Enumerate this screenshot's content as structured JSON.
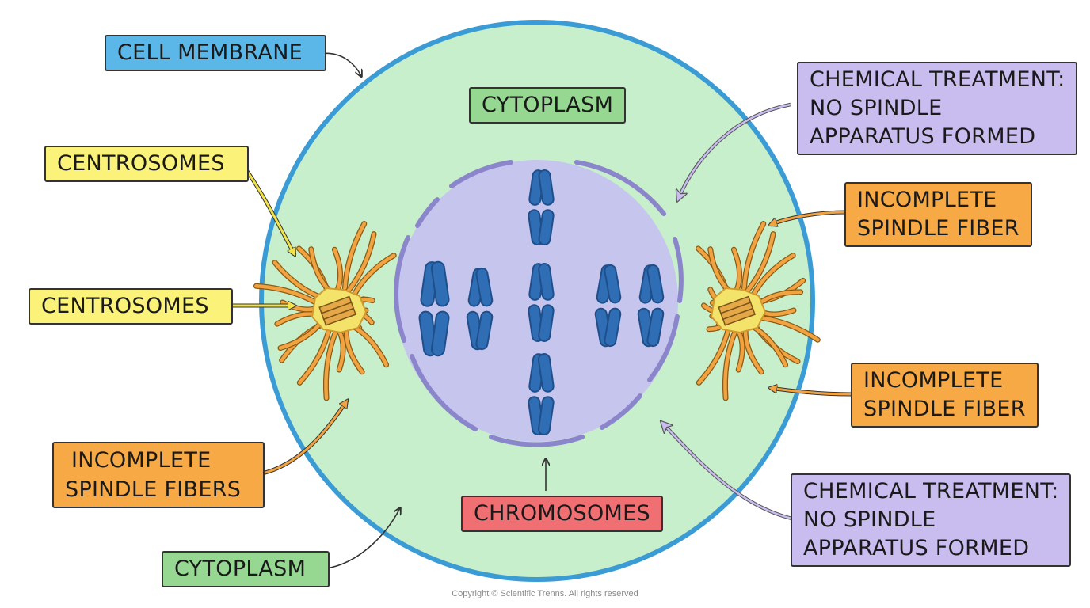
{
  "labels": {
    "cell_membrane": "CELL MEMBRANE",
    "cytoplasm_top": "CYTOPLASM",
    "centrosomes_upper": "CENTROSOMES",
    "centrosomes_lower": "CENTROSOMES",
    "incomplete_fibers_left": [
      "INCOMPLETE",
      "SPINDLE FIBERS"
    ],
    "cytoplasm_bottom": "CYTOPLASM",
    "chromosomes": "CHROMOSOMES",
    "chemical_top": [
      "CHEMICAL TREATMENT:",
      "NO SPINDLE",
      "APPARATUS FORMED"
    ],
    "chemical_bottom": [
      "CHEMICAL TREATMENT:",
      "NO SPINDLE",
      "APPARATUS FORMED"
    ],
    "incomplete_fiber_right_top": [
      "INCOMPLETE",
      "SPINDLE FIBER"
    ],
    "incomplete_fiber_right_bottom": [
      "INCOMPLETE",
      "SPINDLE FIBER"
    ]
  },
  "footer": "Copyright © Scientific Trenns. All rights reserved",
  "colors": {
    "membrane": "#3a9bd5",
    "cytoplasm": "#c8efcb",
    "nucleus": "#c5c2ee",
    "nuclear_envelope": "#8b85cc",
    "chromosome": "#2f6db5",
    "spindle": "#f2a341",
    "centrosome": "#e0a642"
  }
}
